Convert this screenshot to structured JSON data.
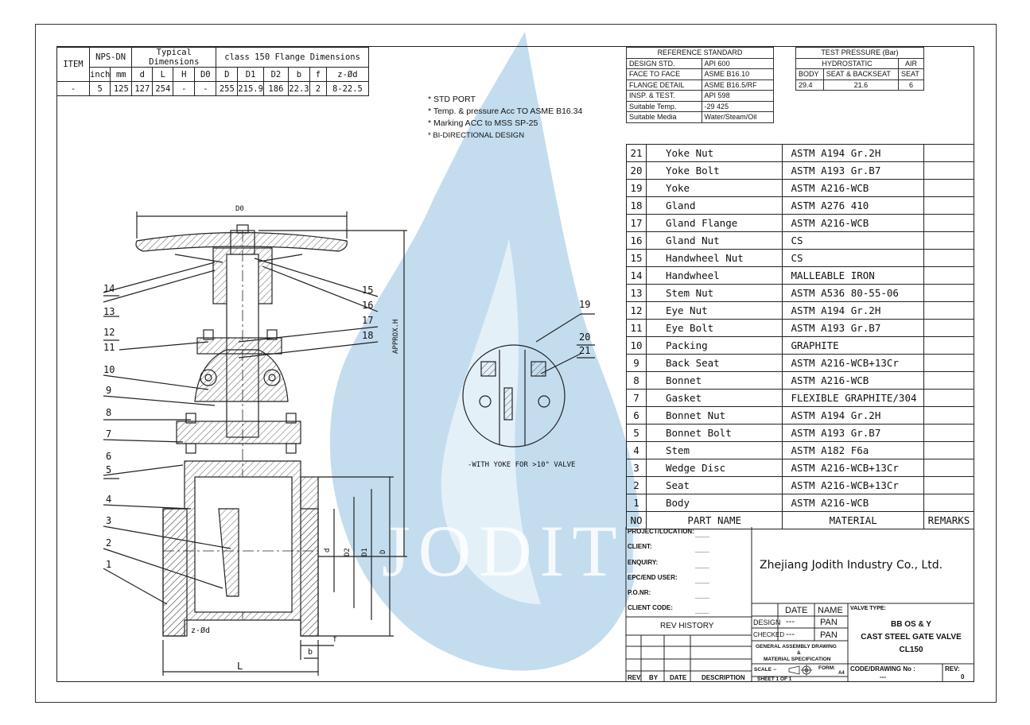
{
  "watermark": "JODITH",
  "dimension_table": {
    "item_label": "ITEM",
    "nps_dn_label": "NPS-DN",
    "typical_label": "Typical Dimensions",
    "flange_label": "class 150 Flange Dimensions",
    "columns": [
      "inch",
      "mm",
      "d",
      "L",
      "H",
      "D0",
      "D",
      "D1",
      "D2",
      "b",
      "f",
      "z-Ød"
    ],
    "row": [
      "-",
      "5",
      "125",
      "127",
      "254",
      "-",
      "-",
      "255",
      "215.9",
      "186",
      "22.3",
      "2",
      "8-22.5"
    ]
  },
  "reference_standard": {
    "title": "REFERENCE STANDARD",
    "rows": [
      [
        "DESIGN STD.",
        "API 600"
      ],
      [
        "FACE TO FACE",
        "ASME B16.10"
      ],
      [
        "FLANGE DETAIL",
        "ASME B16.5/RF"
      ],
      [
        "INSP. & TEST.",
        "API 598"
      ],
      [
        "Suitable Temp.",
        "-29   425"
      ],
      [
        "Suitable Media",
        "Water/Steam/Oil"
      ]
    ]
  },
  "test_pressure": {
    "title": "TEST PRESSURE (Bar)",
    "hydrostatic": "HYDROSTATIC",
    "air": "AIR",
    "body": "BODY",
    "seat": "SEAT & BACKSEAT",
    "air_seat": "SEAT",
    "values": [
      "29.4",
      "21.6",
      "6"
    ]
  },
  "notes": [
    "*   STD PORT",
    "*   Temp. & pressure Acc TO ASME B16.34",
    "*   Marking ACC to MSS SP-25",
    "*   BI-DIRECTIONAL DESIGN"
  ],
  "parts": [
    [
      "21",
      "Yoke Nut",
      "ASTM A194 Gr.2H"
    ],
    [
      "20",
      "Yoke Bolt",
      "ASTM A193 Gr.B7"
    ],
    [
      "19",
      "Yoke",
      "ASTM A216-WCB"
    ],
    [
      "18",
      "Gland",
      "ASTM A276 410"
    ],
    [
      "17",
      "Gland Flange",
      "ASTM A216-WCB"
    ],
    [
      "16",
      "Gland Nut",
      "CS"
    ],
    [
      "15",
      "Handwheel Nut",
      "CS"
    ],
    [
      "14",
      "Handwheel",
      "MALLEABLE IRON"
    ],
    [
      "13",
      "Stem Nut",
      "ASTM A536 80-55-06"
    ],
    [
      "12",
      "Eye Nut",
      "ASTM A194 Gr.2H"
    ],
    [
      "11",
      "Eye Bolt",
      "ASTM A193 Gr.B7"
    ],
    [
      "10",
      "Packing",
      "GRAPHITE"
    ],
    [
      "9",
      "Back Seat",
      "ASTM A216-WCB+13Cr"
    ],
    [
      "8",
      "Bonnet",
      "ASTM A216-WCB"
    ],
    [
      "7",
      "Gasket",
      "FLEXIBLE GRAPHITE/304"
    ],
    [
      "6",
      "Bonnet Nut",
      "ASTM A194 Gr.2H"
    ],
    [
      "5",
      "Bonnet Bolt",
      "ASTM A193 Gr.B7"
    ],
    [
      "4",
      "Stem",
      "ASTM A182 F6a"
    ],
    [
      "3",
      "Wedge Disc",
      "ASTM A216-WCB+13Cr"
    ],
    [
      "2",
      "Seat",
      "ASTM A216-WCB+13Cr"
    ],
    [
      "1",
      "Body",
      "ASTM A216-WCB"
    ]
  ],
  "parts_header": {
    "no": "NO",
    "name": "PART  NAME",
    "material": "MATERIAL",
    "remarks": "REMARKS"
  },
  "title_block": {
    "project": "PROJECT/LOCATION:",
    "client": "CLIENT:",
    "enquiry": "ENQUIRY:",
    "epc": "EPC/END USER:",
    "pon": "P.O.NR:",
    "client_code": "CLIENT CODE:",
    "blank": "____",
    "company": "Zhejiang Jodith Industry Co., Ltd.",
    "rev_history": "REV HISTORY",
    "rev_cols": [
      "REV.",
      "BY",
      "DATE",
      "DESCRIPTION"
    ],
    "date": "DATE",
    "name": "NAME",
    "design": "DESIGN",
    "checked": "CHECKED",
    "dashes": "---",
    "pan": "PAN",
    "gad1": "GENERAL ASSEMBLY DRAWING",
    "gad2": "&",
    "gad3": "MATERIAL SPECIFICATION",
    "scale": "SCALE",
    "scale_val": "--",
    "form": "FORM:",
    "form_val": "A4",
    "sheet": "SHEET   1   OF   1",
    "valve_type": "VALVE TYPE:",
    "vt1": "BB OS & Y",
    "vt2": "CAST STEEL GATE VALVE",
    "vt3": "CL150",
    "code": "CODE/DRAWING No :",
    "code_val": "---",
    "rev": "REV:",
    "rev_val": "0"
  },
  "drawing": {
    "do_label": "D0",
    "approx_h": "APPROX.H",
    "l_label": "L",
    "zod_label": "z-Ød",
    "b_label": "b",
    "f_label": "f",
    "d_label": "d",
    "d2_label": "D2",
    "d1_label": "D1",
    "dd_label": "D",
    "yoke_note": "-WITH YOKE FOR >10\" VALVE",
    "left_callouts": [
      "14",
      "13",
      "12",
      "11",
      "10",
      "9",
      "8",
      "7",
      "6",
      "5",
      "4",
      "3",
      "2",
      "1"
    ],
    "right_callouts": [
      "15",
      "16",
      "17",
      "18"
    ],
    "detail_callouts": [
      "19",
      "20",
      "21"
    ]
  }
}
